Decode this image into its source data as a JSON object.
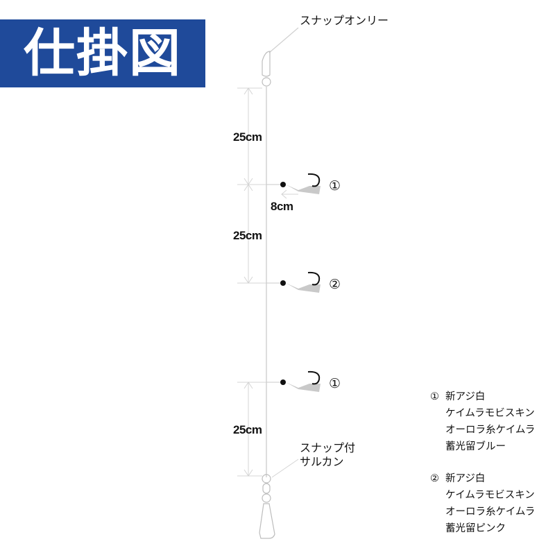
{
  "title": "仕掛図",
  "colors": {
    "banner": "#1f4a9a",
    "line": "#c8c8c8",
    "lure": "#c9c9c9",
    "hook": "#111111"
  },
  "labels": {
    "top_snap": "スナップオンリー",
    "bottom_swivel_line1": "スナップ付",
    "bottom_swivel_line2": "サルカン"
  },
  "dimensions": {
    "seg1": "25cm",
    "seg2": "25cm",
    "seg3": "25cm",
    "branch": "8cm"
  },
  "hooks": [
    {
      "marker": "①"
    },
    {
      "marker": "②"
    },
    {
      "marker": "①"
    }
  ],
  "legend": [
    {
      "marker": "①",
      "lines": [
        "新アジ白",
        "ケイムラモビスキン",
        "オーロラ糸ケイムラ",
        "蓄光留ブルー"
      ]
    },
    {
      "marker": "②",
      "lines": [
        "新アジ白",
        "ケイムラモビスキン",
        "オーロラ糸ケイムラ",
        "蓄光留ピンク"
      ]
    }
  ]
}
